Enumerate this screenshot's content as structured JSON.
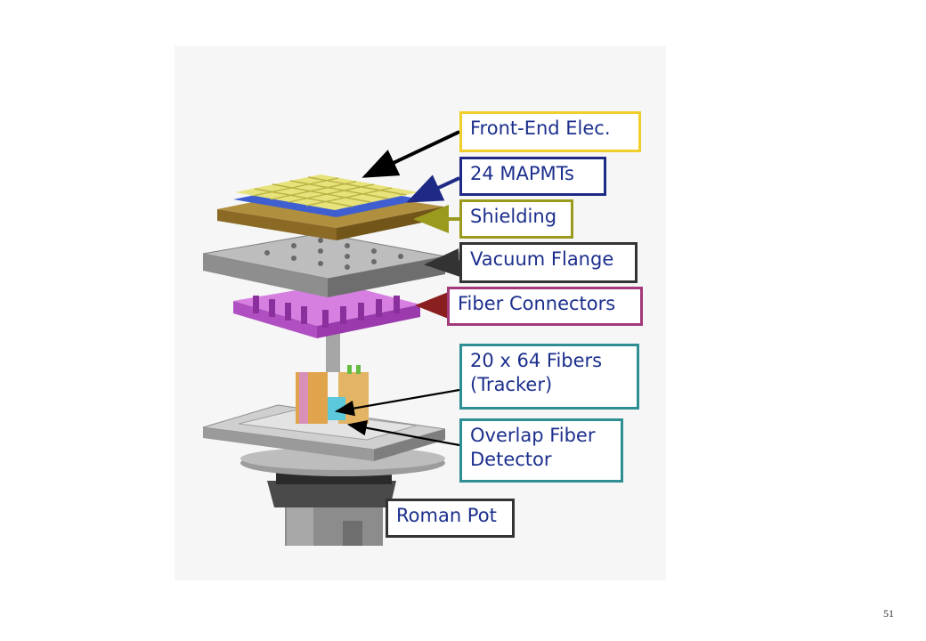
{
  "labels": {
    "front_end": {
      "text": "Front-End Elec.",
      "color": "#f0cf2c"
    },
    "mapmts": {
      "text": "24 MAPMTs",
      "color": "#1f2a86"
    },
    "shielding": {
      "text": "Shielding",
      "color": "#9a9a1e"
    },
    "vacuum_flange": {
      "text": "Vacuum  Flange",
      "color": "#333333"
    },
    "fiber_connectors": {
      "text": "Fiber Connectors",
      "color": "#a3387a"
    },
    "fibers_tracker": {
      "line1": "20 x 64 Fibers",
      "line2": "(Tracker)",
      "color": "#2e8e94"
    },
    "overlap_detector": {
      "line1": "Overlap Fiber",
      "line2": "Detector",
      "color": "#2e8e94"
    },
    "roman_pot": {
      "text": "Roman Pot",
      "color": "#333333"
    }
  },
  "page_number": "51"
}
